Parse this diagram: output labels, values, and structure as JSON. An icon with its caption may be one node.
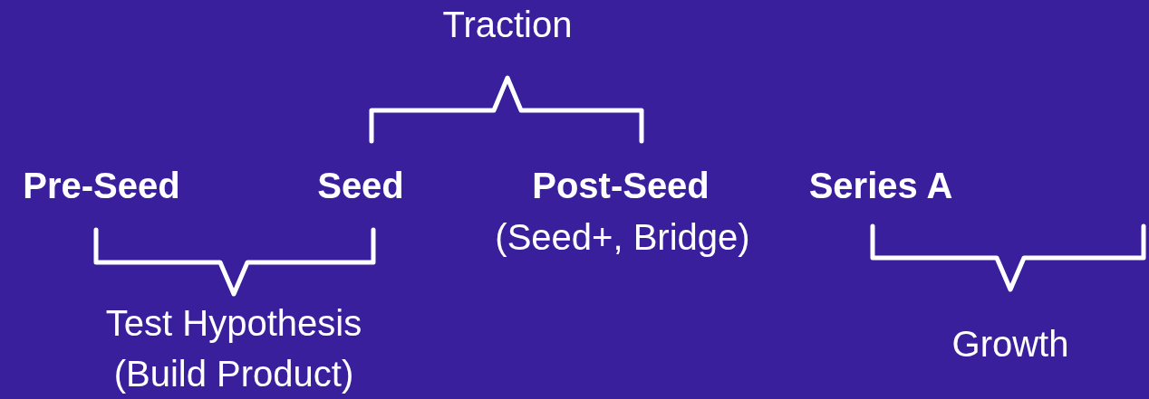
{
  "diagram": {
    "labels": [
      "Traction",
      "Pre-Seed",
      "Seed",
      "Post-Seed",
      "(Seed+, Bridge)",
      "Series A",
      "Test Hypothesis (Build Product)",
      "Growth"
    ]
  }
}
